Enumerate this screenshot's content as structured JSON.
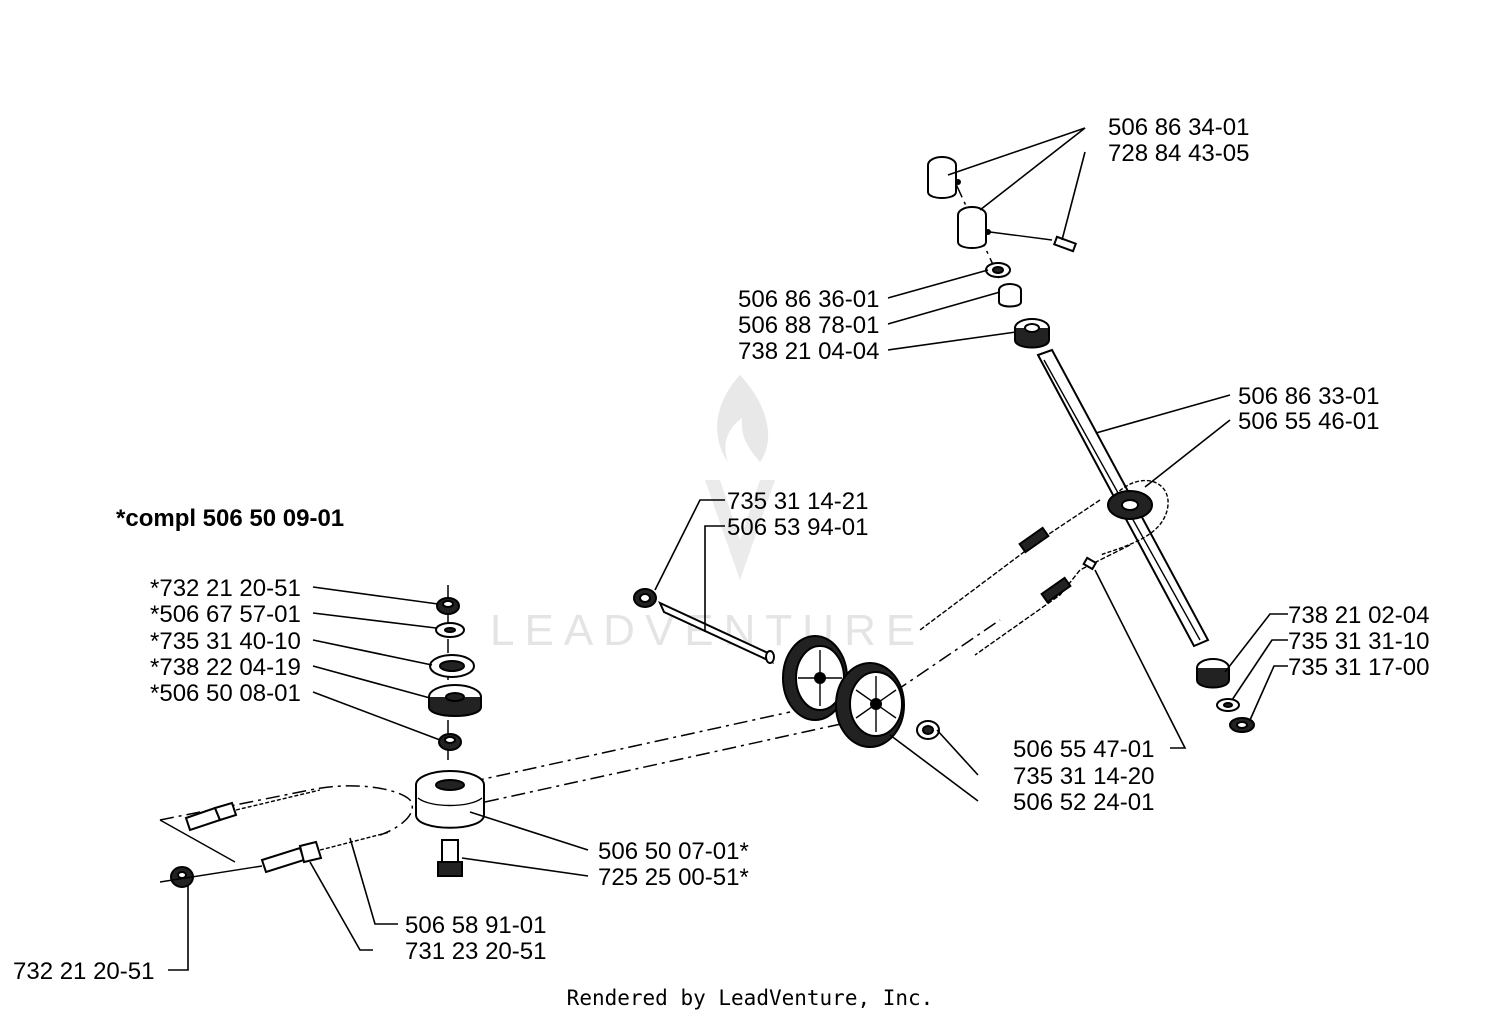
{
  "title": "*compl 506 50 09-01",
  "footer": "Rendered by LeadVenture, Inc.",
  "watermark": "LEADVENTURE",
  "labels": {
    "p_506_86_34_01": "506 86 34-01",
    "p_728_84_43_05": "728 84 43-05",
    "p_506_86_36_01": "506 86 36-01",
    "p_506_88_78_01": "506 88 78-01",
    "p_738_21_04_04": "738 21 04-04",
    "p_506_86_33_01": "506 86 33-01",
    "p_506_55_46_01": "506 55 46-01",
    "p_735_31_14_21": "735 31 14-21",
    "p_506_53_94_01": "506 53 94-01",
    "p_738_21_02_04": "738 21 02-04",
    "p_735_31_31_10": "735 31 31-10",
    "p_735_31_17_00": "735 31 17-00",
    "p_732_21_20_51_star": "*732 21 20-51",
    "p_506_67_57_01_star": "*506 67 57-01",
    "p_735_31_40_10_star": "*735 31 40-10",
    "p_738_22_04_19_star": "*738 22 04-19",
    "p_506_50_08_01_star": "*506 50 08-01",
    "p_506_55_47_01": "506 55 47-01",
    "p_735_31_14_20": "735 31 14-20",
    "p_506_52_24_01": "506 52 24-01",
    "p_506_50_07_01_star": "506 50 07-01*",
    "p_725_25_00_51_star": "725 25 00-51*",
    "p_506_58_91_01": "506 58 91-01",
    "p_731_23_20_51": "731 23 20-51",
    "p_732_21_20_51": "732 21 20-51"
  }
}
